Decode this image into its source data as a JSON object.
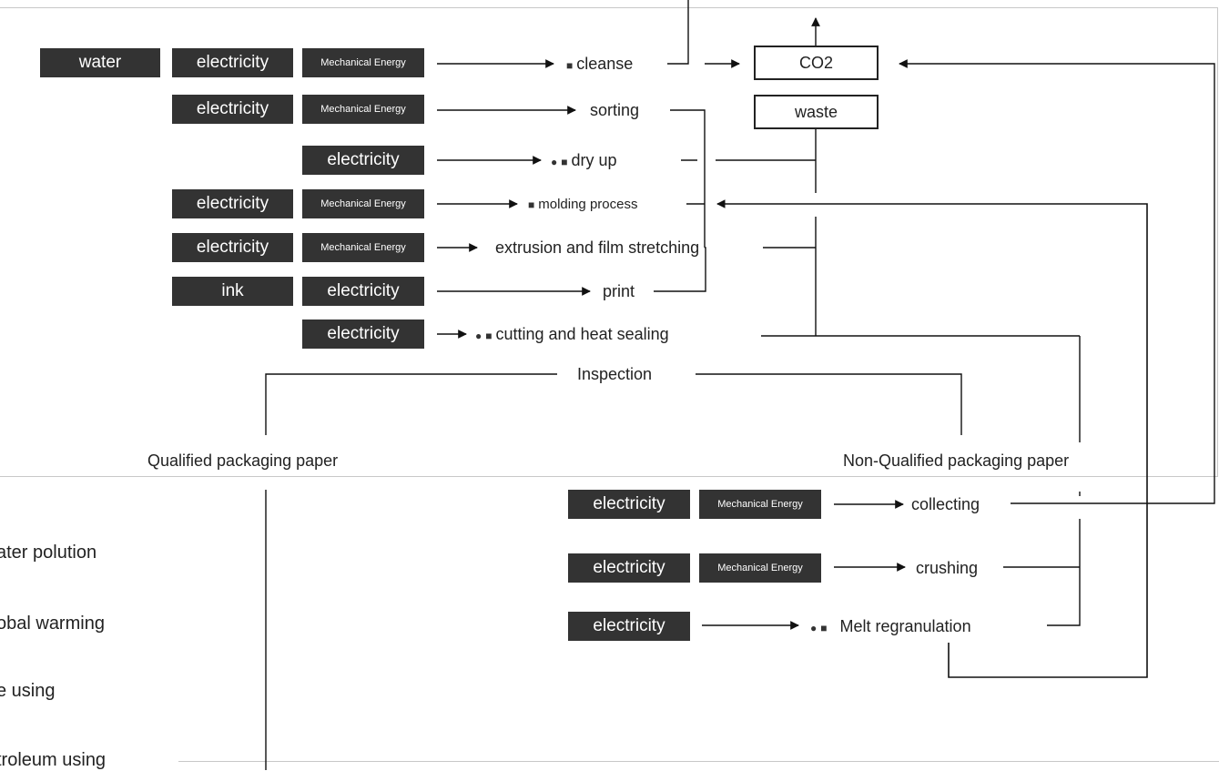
{
  "inputs": {
    "water": "water",
    "electricity": "electricity",
    "mechanical": "Mechanical Energy",
    "ink": "ink"
  },
  "outputs": {
    "co2": "CO2",
    "waste": "waste"
  },
  "steps": {
    "cleanse": "cleanse",
    "sorting": "sorting",
    "dry_up": "dry up",
    "molding": "molding process",
    "extrusion": "extrusion and film stretching",
    "print": "print",
    "cutting": "cutting and heat sealing",
    "inspection": "Inspection",
    "qualified": "Qualified packaging paper",
    "non_qualified": "Non-Qualified packaging paper",
    "collecting": "collecting",
    "crushing": "crushing",
    "melt": "Melt regranulation"
  },
  "icons": {
    "fire": "fire-icon",
    "factory": "factory-icon",
    "tap": "water-tap-icon"
  },
  "legend": [
    "ater polution",
    "obal warming",
    "e using",
    "troleum using"
  ]
}
